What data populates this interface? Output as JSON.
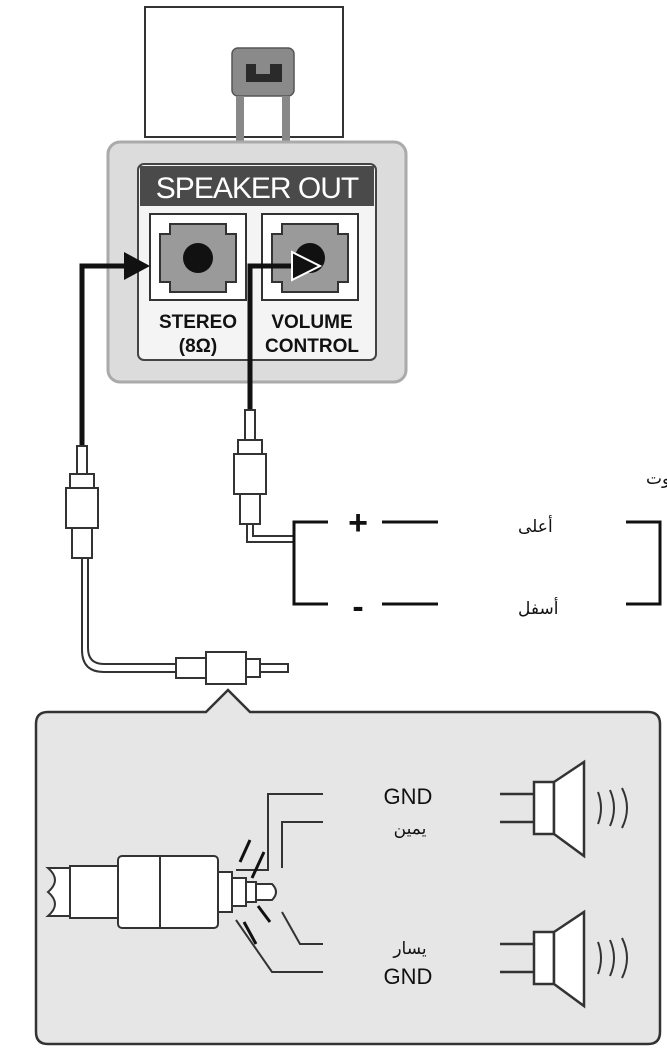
{
  "panel": {
    "title": "SPEAKER OUT",
    "stereo_label_1": "STEREO",
    "stereo_label_2": "(8Ω)",
    "volume_label_1": "VOLUME",
    "volume_label_2": "CONTROL"
  },
  "volume_output": {
    "caption": "منفذ التحكم لإخراج مكبّر الصوت",
    "plus_sign": "+",
    "minus_sign": "-",
    "up_label": "أعلى",
    "down_label": "أسفل"
  },
  "plug_detail": {
    "gnd_top": "GND",
    "right_label": "يمين",
    "left_label": "يسار",
    "gnd_bottom": "GND"
  },
  "colors": {
    "panel_fill": "#d9d9d9",
    "panel_title_bar": "#4a4a4a",
    "jack_fill": "#9a9a9a",
    "detail_fill": "#e6e6e6"
  }
}
